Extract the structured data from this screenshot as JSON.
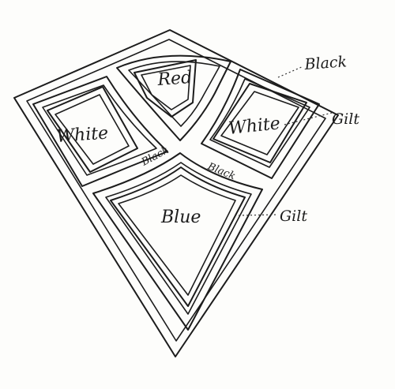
{
  "panels": {
    "red": "Red",
    "white_left": "White",
    "white_right": "White",
    "blue": "Blue"
  },
  "bands": {
    "black_left": "Black",
    "black_right": "Black"
  },
  "callouts": {
    "black": "Black",
    "gilt_upper": "Gilt",
    "gilt_lower": "Gilt"
  },
  "colors": {
    "line": "#1c1c1c",
    "paper": "#fdfdfb"
  }
}
